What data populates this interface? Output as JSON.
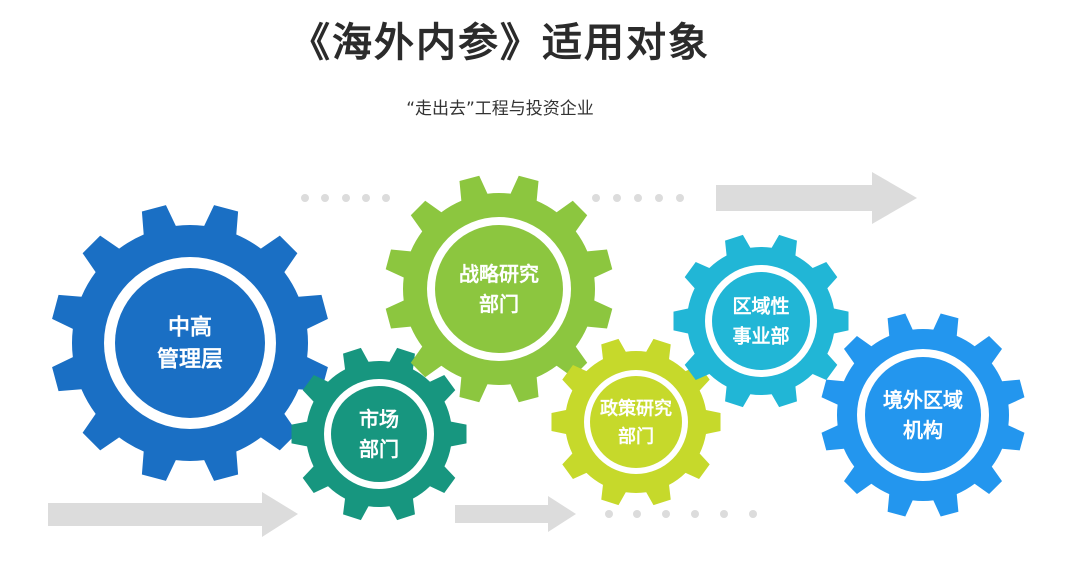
{
  "title": "《海外内参》适用对象",
  "subtitle": "“走出去”工程与投资企业",
  "gears": [
    {
      "lines": [
        "中高",
        "管理层"
      ],
      "color": "#1a6fc4",
      "text_color": "#ffffff"
    },
    {
      "lines": [
        "市场",
        "部门"
      ],
      "color": "#17967f",
      "text_color": "#ffffff"
    },
    {
      "lines": [
        "战略研究",
        "部门"
      ],
      "color": "#8cc63f",
      "text_color": "#ffffff"
    },
    {
      "lines": [
        "政策研究",
        "部门"
      ],
      "color": "#c6d92b",
      "text_color": "#ffffff"
    },
    {
      "lines": [
        "区域性",
        "事业部"
      ],
      "color": "#21b6d6",
      "text_color": "#ffffff"
    },
    {
      "lines": [
        "境外区域",
        "机构"
      ],
      "color": "#2396ee",
      "text_color": "#ffffff"
    }
  ],
  "decor_color": "#dcdcdc"
}
